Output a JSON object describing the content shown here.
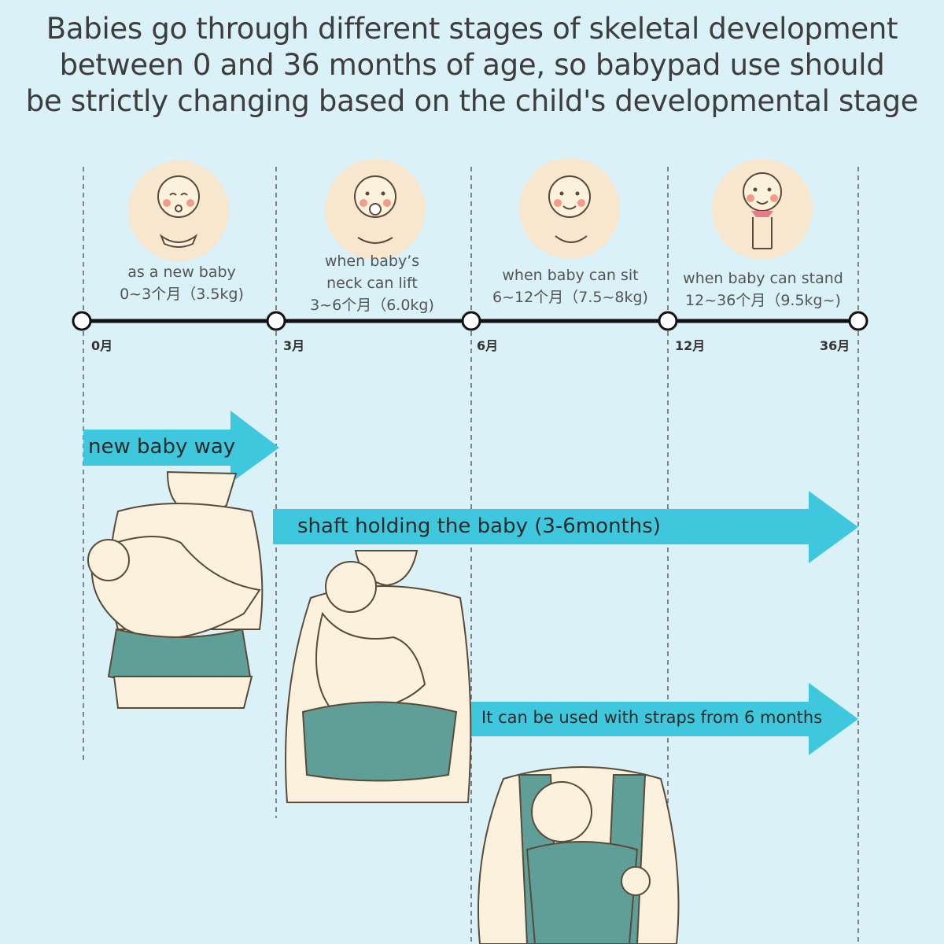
{
  "headline": {
    "line1": "Babies go through different stages of skeletal development",
    "line2": "between 0 and 36 months of age, so babypad use should",
    "line3": "be strictly changing based on the child's developmental stage"
  },
  "stages": [
    {
      "line1": "as a new baby",
      "line2": "0~3个月（3.5kg)"
    },
    {
      "line1": "when baby’s",
      "line2": "neck can lift",
      "line3": "3~6个月（6.0kg)"
    },
    {
      "line1": "when baby can sit",
      "line2": "6~12个月（7.5~8kg)"
    },
    {
      "line1": "when baby can stand",
      "line2": "12~36个月（9.5kg~)"
    }
  ],
  "timeline_ticks": [
    "0月",
    "3月",
    "6月",
    "12月",
    "36月"
  ],
  "arrows": [
    {
      "label": "new baby way"
    },
    {
      "label": "shaft holding the baby (3-6months)"
    },
    {
      "label": "It can be used with straps from 6 months"
    }
  ],
  "colors": {
    "background": "#daf1f7",
    "arrow": "#3fc8dd",
    "carrier": "#5f9f98",
    "skin": "#fbf1dd",
    "circle": "#f7e7cf"
  }
}
